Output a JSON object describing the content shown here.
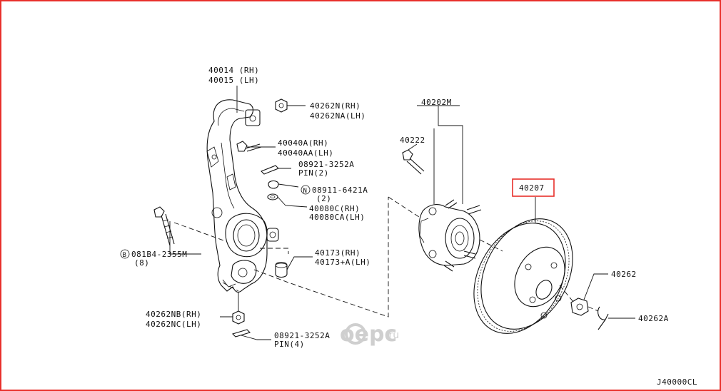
{
  "labels": {
    "knuckle": [
      "40014 (RH)",
      "40015 (LH)"
    ],
    "nut_top": [
      "40262N(RH)",
      "40262NA(LH)"
    ],
    "bolt_knuckle": [
      "40040A(RH)",
      "40040AA(LH)"
    ],
    "pin_top": [
      "08921-3252A",
      "PIN(2)"
    ],
    "nut_n": [
      "08911-6421A",
      "(2)"
    ],
    "washer": [
      "40080C(RH)",
      "40080CA(LH)"
    ],
    "bolt_b": [
      "081B4-2355M",
      "(8)"
    ],
    "bushing": [
      "40173(RH)",
      "40173+A(LH)"
    ],
    "nut_bottom": [
      "40262NB(RH)",
      "40262NC(LH)"
    ],
    "pin_bottom": [
      "08921-3252A",
      "PIN(4)"
    ],
    "hub_assy": "40202M",
    "hub_bolt": "40222",
    "disc": "40207",
    "hub_nut": "40262",
    "cotter": "40262A",
    "ref_code": "J40000CL"
  },
  "circle_marks": {
    "n": "N",
    "b": "B"
  },
  "watermark": {
    "main": "oepc",
    "suffix": ".ru"
  },
  "colors": {
    "frame": "#e8302b",
    "highlight": "#e8302b",
    "ink": "#111111",
    "watermark": "#cfcfcf"
  }
}
